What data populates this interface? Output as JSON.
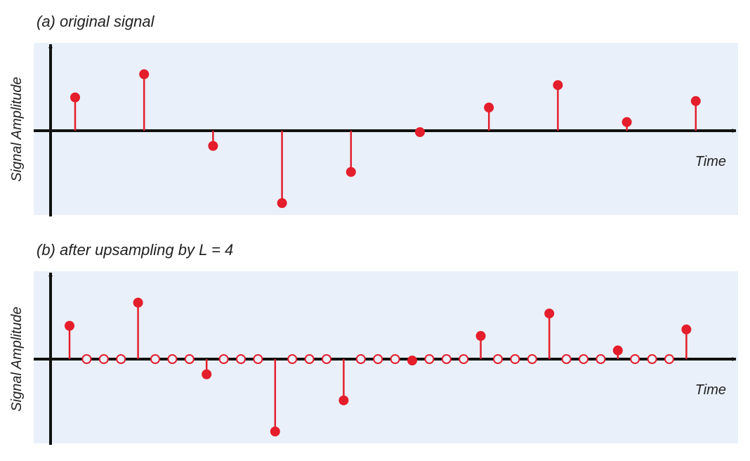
{
  "colors": {
    "panel_bg": "#e9f0fa",
    "axis": "#111111",
    "stem": "#e41e2b"
  },
  "chart_data": [
    {
      "type": "stem",
      "title": "(a) original signal",
      "xlabel": "Time",
      "ylabel": "Signal Amplitude",
      "grid": false,
      "ylim": [
        -1.1,
        1.3
      ],
      "x": [
        0,
        1,
        2,
        3,
        4,
        5,
        6,
        7,
        8,
        9
      ],
      "values": [
        0.46,
        0.78,
        -0.21,
        -1.0,
        -0.57,
        -0.02,
        0.32,
        0.63,
        0.12,
        0.41
      ]
    },
    {
      "type": "stem",
      "title": "(b) after upsampling by L = 4",
      "xlabel": "Time",
      "ylabel": "Signal Amplitude",
      "grid": false,
      "ylim": [
        -1.1,
        1.3
      ],
      "upsampling_factor": 4,
      "x": [
        0,
        1,
        2,
        3,
        4,
        5,
        6,
        7,
        8,
        9,
        10,
        11,
        12,
        13,
        14,
        15,
        16,
        17,
        18,
        19,
        20,
        21,
        22,
        23,
        24,
        25,
        26,
        27,
        28,
        29,
        30,
        31,
        32,
        33,
        34,
        35,
        36
      ],
      "values": [
        0.46,
        0,
        0,
        0,
        0.78,
        0,
        0,
        0,
        -0.21,
        0,
        0,
        0,
        -1.0,
        0,
        0,
        0,
        -0.57,
        0,
        0,
        0,
        -0.02,
        0,
        0,
        0,
        0.32,
        0,
        0,
        0,
        0.63,
        0,
        0,
        0,
        0.12,
        0,
        0,
        0,
        0.41
      ],
      "inserted_zeros_marker": "hollow circle"
    }
  ]
}
